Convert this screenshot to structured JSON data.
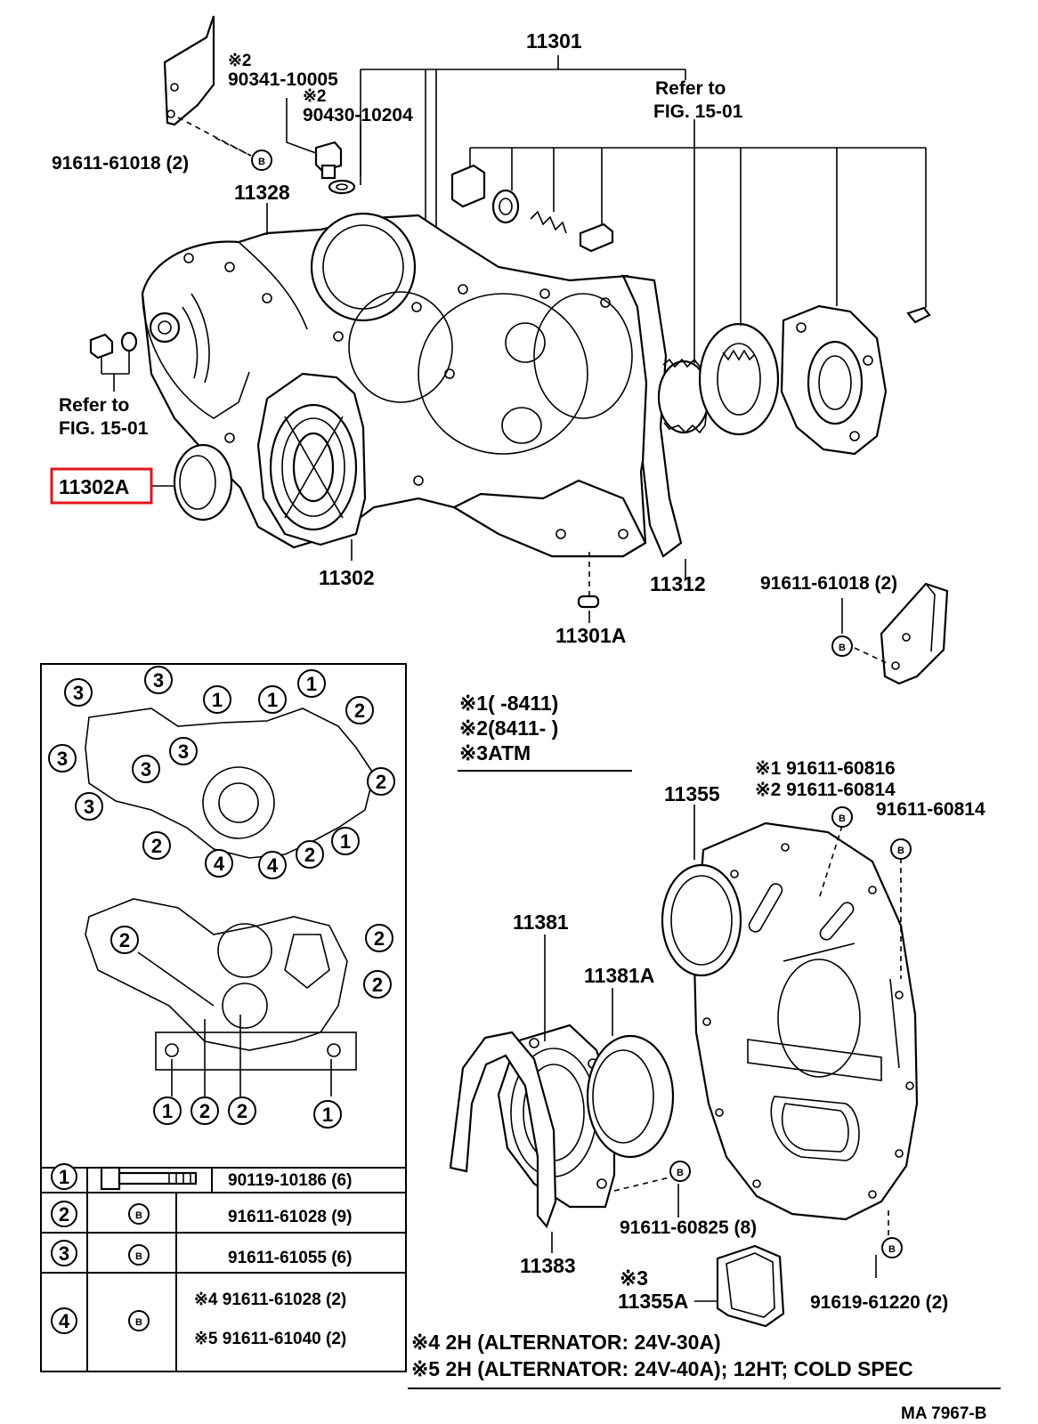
{
  "labels": {
    "p11301": "11301",
    "refer_fig_top_line1": "Refer to",
    "refer_fig_top_line2": "FIG. 15-01",
    "note2_a": "※2",
    "p90341": "90341-10005",
    "note2_b": "※2",
    "p90430": "90430-10204",
    "p91611_61018_left": "91611-61018 (2)",
    "p11328": "11328",
    "refer_fig_left_line1": "Refer to",
    "refer_fig_left_line2": "FIG. 15-01",
    "p11302A": "11302A",
    "p11302": "11302",
    "p11312": "11312",
    "p11301A": "11301A",
    "p91611_61018_right": "91611-61018 (2)",
    "p11355": "11355",
    "p91611_60816": "※1 91611-60816",
    "p91611_60814_a": "※2 91611-60814",
    "p91611_60814_b": "91611-60814",
    "p11381": "11381",
    "p11381A": "11381A",
    "p91611_60825": "91611-60825 (8)",
    "p11383": "11383",
    "p11355A_note": "※3",
    "p11355A": "11355A",
    "p91619_61220": "91619-61220 (2)",
    "catalog_no": "MA 7967-B",
    "bolt_symbol": "B"
  },
  "notes": {
    "n1": "※1(      -8411)",
    "n2": "※2(8411-        )",
    "n3": "※3ATM",
    "n4": "※4 2H (ALTERNATOR: 24V-30A)",
    "n5": "※5 2H (ALTERNATOR: 24V-40A); 12HT; COLD SPEC"
  },
  "inset": {
    "circle_numbers": [
      "1",
      "2",
      "3",
      "4"
    ]
  },
  "bolt_table": {
    "rows": [
      {
        "num": "1",
        "part": "90119-10186 (6)"
      },
      {
        "num": "2",
        "part": "91611-61028 (9)"
      },
      {
        "num": "3",
        "part": "91611-61055 (6)"
      },
      {
        "num": "4",
        "part_a": "※4 91611-61028 (2)",
        "part_b": "※5 91611-61040 (2)"
      }
    ]
  },
  "highlight_color": "#e3141b"
}
